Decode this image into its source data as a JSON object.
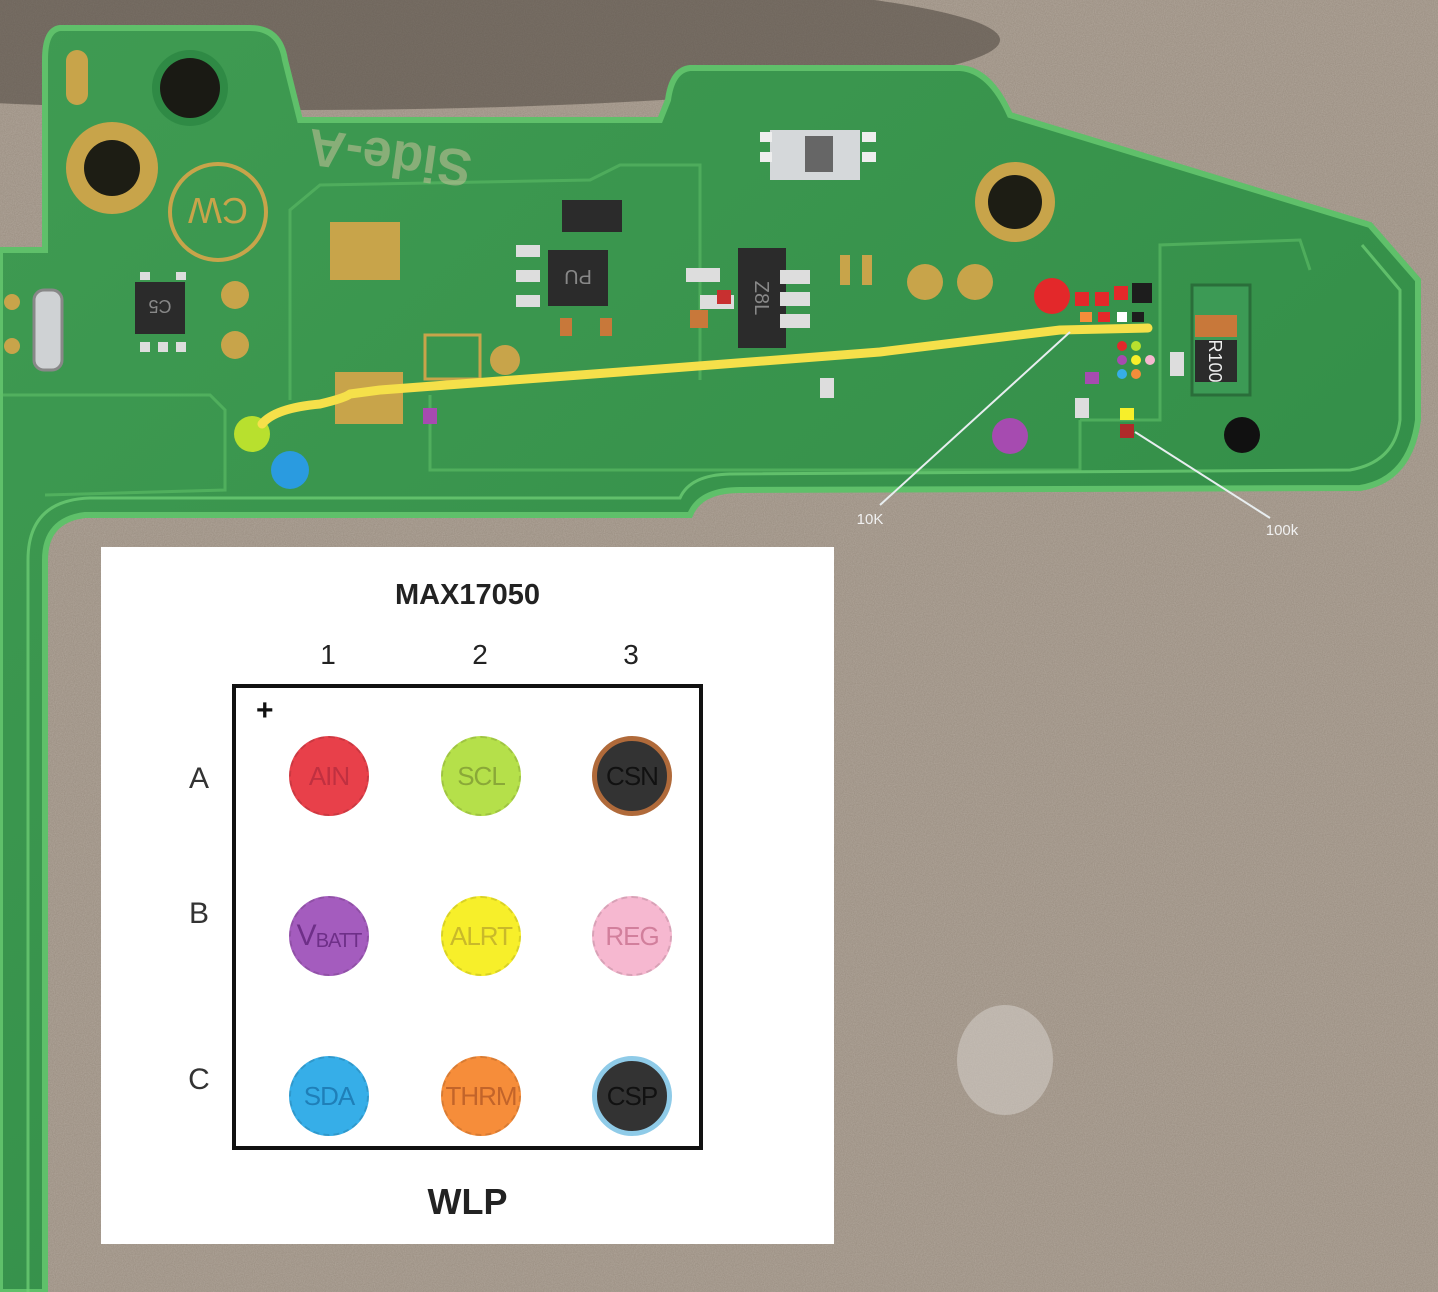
{
  "board": {
    "silkscreen": "Side-A",
    "logo_text": "CW",
    "chip_markings": [
      "C5",
      "PU",
      "Z8L"
    ],
    "resistor_code": "R100",
    "callouts": [
      {
        "label": "10K"
      },
      {
        "label": "100k"
      }
    ]
  },
  "pinout": {
    "chip_name": "MAX17050",
    "package_name": "WLP",
    "pin1_marker": "+",
    "columns": [
      "1",
      "2",
      "3"
    ],
    "rows": [
      "A",
      "B",
      "C"
    ],
    "balls": [
      {
        "pin": "A1",
        "name": "AIN",
        "color": "#e8404a",
        "text_color": "#c03040",
        "ring": ""
      },
      {
        "pin": "A2",
        "name": "SCL",
        "color": "#b5e04a",
        "text_color": "#8aa838",
        "ring": ""
      },
      {
        "pin": "A3",
        "name": "CSN",
        "color": "#333333",
        "text_color": "#111111",
        "ring": "#b06a3a"
      },
      {
        "pin": "B1",
        "name": "V",
        "sub": "BATT",
        "color": "#a45cbe",
        "text_color": "#6e2f88",
        "ring": ""
      },
      {
        "pin": "B2",
        "name": "ALRT",
        "color": "#f7ef2a",
        "text_color": "#c9b92a",
        "ring": ""
      },
      {
        "pin": "B3",
        "name": "REG",
        "color": "#f6b8d0",
        "text_color": "#d27f9c",
        "ring": ""
      },
      {
        "pin": "C1",
        "name": "SDA",
        "color": "#36aee8",
        "text_color": "#1f7fb8",
        "ring": ""
      },
      {
        "pin": "C2",
        "name": "THRM",
        "color": "#f68d3a",
        "text_color": "#c2642a",
        "ring": ""
      },
      {
        "pin": "C3",
        "name": "CSP",
        "color": "#333333",
        "text_color": "#111111",
        "ring": "#8fcbe8"
      }
    ]
  },
  "wire": {
    "color": "#f5e04a"
  },
  "markers": [
    {
      "name": "red-pad-marker",
      "color": "#e3282a"
    },
    {
      "name": "scl-test-point",
      "color": "#b8e02e"
    },
    {
      "name": "sda-test-point",
      "color": "#2a9be0"
    },
    {
      "name": "vbatt-test-point",
      "color": "#a64bb0"
    },
    {
      "name": "ground-test-point",
      "color": "#111111"
    }
  ]
}
